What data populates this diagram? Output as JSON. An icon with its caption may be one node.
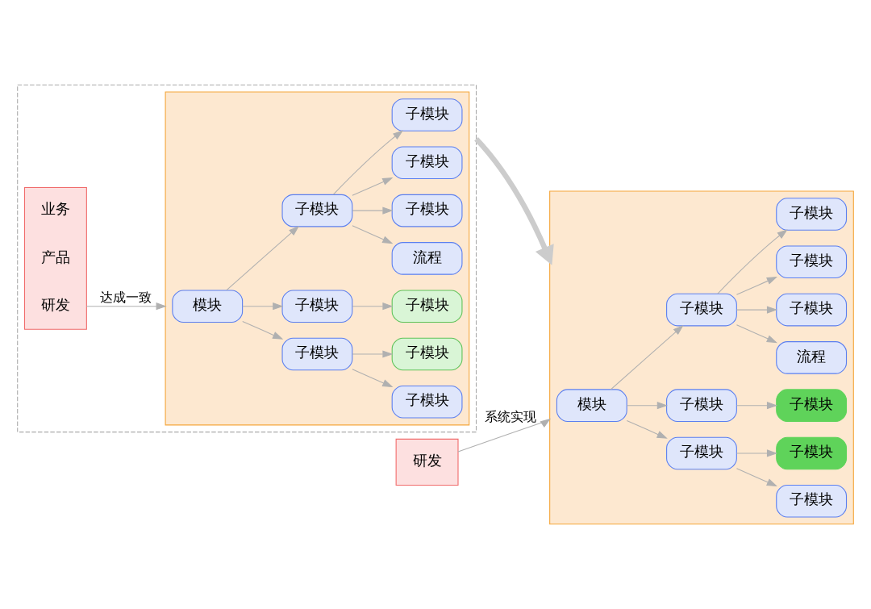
{
  "diagram": {
    "nodes": [
      {
        "text": [],
        "shape": "box"
      },
      {
        "text": [],
        "shape": "box",
        "in": 0
      },
      {
        "text": [
          "业务"
        ],
        "in": 1
      },
      {
        "text": [
          "产品"
        ],
        "in": 1
      },
      {
        "text": [
          "研发"
        ],
        "in": 1
      },
      {
        "text": [],
        "shape": "box",
        "in": 0
      },
      {
        "text": [
          "模块"
        ],
        "in": 5
      },
      {
        "text": [
          "子模块"
        ],
        "in": 5
      },
      {
        "text": [
          "子模块"
        ],
        "in": 5
      },
      {
        "text": [
          "子模块"
        ],
        "in": 5
      },
      {
        "text": [
          "子模块"
        ],
        "in": 5
      },
      {
        "text": [
          "子模块"
        ],
        "in": 5
      },
      {
        "text": [
          "子模块"
        ],
        "in": 5
      },
      {
        "text": [
          "流程"
        ],
        "in": 5
      },
      {
        "text": [
          "子模块"
        ],
        "in": 5
      },
      {
        "text": [
          "子模块"
        ],
        "in": 5
      },
      {
        "text": [
          "子模块"
        ],
        "in": 5
      },
      {
        "text": [],
        "shape": "box"
      },
      {
        "text": [
          "研发"
        ],
        "in": 17
      },
      {
        "text": [],
        "shape": "box"
      },
      {
        "text": [
          "模块"
        ],
        "in": 19
      },
      {
        "text": [
          "子模块"
        ],
        "in": 19
      },
      {
        "text": [
          "子模块"
        ],
        "in": 19
      },
      {
        "text": [
          "子模块"
        ],
        "in": 19
      },
      {
        "text": [
          "子模块"
        ],
        "in": 19
      },
      {
        "text": [
          "子模块"
        ],
        "in": 19
      },
      {
        "text": [
          "子模块"
        ],
        "in": 19
      },
      {
        "text": [
          "流程"
        ],
        "in": 19
      },
      {
        "text": [
          "子模块"
        ],
        "in": 19
      },
      {
        "text": [
          "子模块"
        ],
        "in": 19
      },
      {
        "text": [
          "子模块"
        ],
        "in": 19
      }
    ],
    "edges": [
      {
        "from": 1,
        "to": 5,
        "arrow": "to",
        "label": "达成一致"
      },
      {
        "from": 6,
        "to": 7,
        "arrow": "to"
      },
      {
        "from": 6,
        "to": 8,
        "arrow": "to"
      },
      {
        "from": 6,
        "to": 9,
        "arrow": "to"
      },
      {
        "from": 7,
        "to": 10,
        "arrow": "to"
      },
      {
        "from": 7,
        "to": 11,
        "arrow": "to"
      },
      {
        "from": 8,
        "to": 12,
        "arrow": "to"
      },
      {
        "from": 9,
        "to": 13,
        "arrow": "to"
      },
      {
        "from": 9,
        "to": 14,
        "arrow": "to"
      },
      {
        "from": 9,
        "to": 15,
        "arrow": "to"
      },
      {
        "from": 9,
        "to": 16,
        "arrow": "to"
      },
      {
        "from": 0,
        "to": 19,
        "arrow": "to",
        "style": "thick"
      },
      {
        "from": 17,
        "to": 19,
        "arrow": "to",
        "label": "系统实现"
      },
      {
        "from": 20,
        "to": 21,
        "arrow": "to"
      },
      {
        "from": 20,
        "to": 22,
        "arrow": "to"
      },
      {
        "from": 20,
        "to": 23,
        "arrow": "to"
      },
      {
        "from": 21,
        "to": 24,
        "arrow": "to"
      },
      {
        "from": 21,
        "to": 25,
        "arrow": "to"
      },
      {
        "from": 22,
        "to": 26,
        "arrow": "to"
      },
      {
        "from": 23,
        "to": 27,
        "arrow": "to"
      },
      {
        "from": 23,
        "to": 28,
        "arrow": "to"
      },
      {
        "from": 23,
        "to": 29,
        "arrow": "to"
      },
      {
        "from": 23,
        "to": 30,
        "arrow": "to"
      }
    ]
  }
}
